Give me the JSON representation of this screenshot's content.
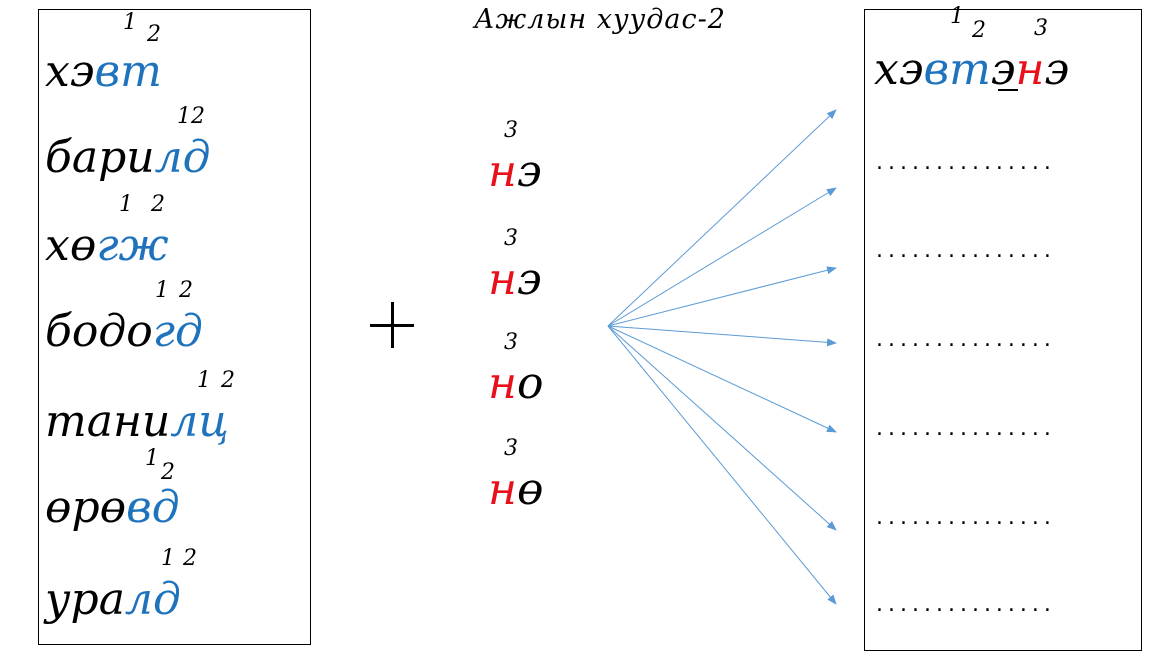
{
  "title": "Ажлын хуудас-2",
  "left_words": [
    {
      "base": "хэ",
      "ending": "вт",
      "marks": [
        "1",
        "2"
      ]
    },
    {
      "base": "бари",
      "ending": "лд",
      "marks": [
        "1",
        "2"
      ]
    },
    {
      "base": "хө",
      "ending": "гж",
      "marks": [
        "1",
        "2"
      ]
    },
    {
      "base": "бодо",
      "ending": "гд",
      "marks": [
        "1",
        "2"
      ]
    },
    {
      "base": "тани",
      "ending": "лц",
      "marks": [
        "1",
        "2"
      ]
    },
    {
      "base": "өрө",
      "ending": "вд",
      "marks": [
        "1",
        "2"
      ]
    },
    {
      "base": "ура",
      "ending": "лд",
      "marks": [
        "1",
        "2"
      ]
    }
  ],
  "plus_sign": "+",
  "syllables": [
    {
      "first": "н",
      "rest": "э",
      "mark": "3"
    },
    {
      "first": "н",
      "rest": "э",
      "mark": "3"
    },
    {
      "first": "н",
      "rest": "о",
      "mark": "3"
    },
    {
      "first": "н",
      "rest": "ө",
      "mark": "3"
    }
  ],
  "example": {
    "base": "хэ",
    "ending": "вт",
    "vowel": "э",
    "syllable_first": "н",
    "syllable_rest": "э",
    "marks": [
      "1",
      "2",
      "3"
    ]
  },
  "blank_lines": [
    "...............",
    "...............",
    "...............",
    "...............",
    "...............",
    "..............."
  ],
  "colors": {
    "blue": "#1f73bd",
    "red": "#e8101a",
    "arrow": "#5b9bd5"
  }
}
